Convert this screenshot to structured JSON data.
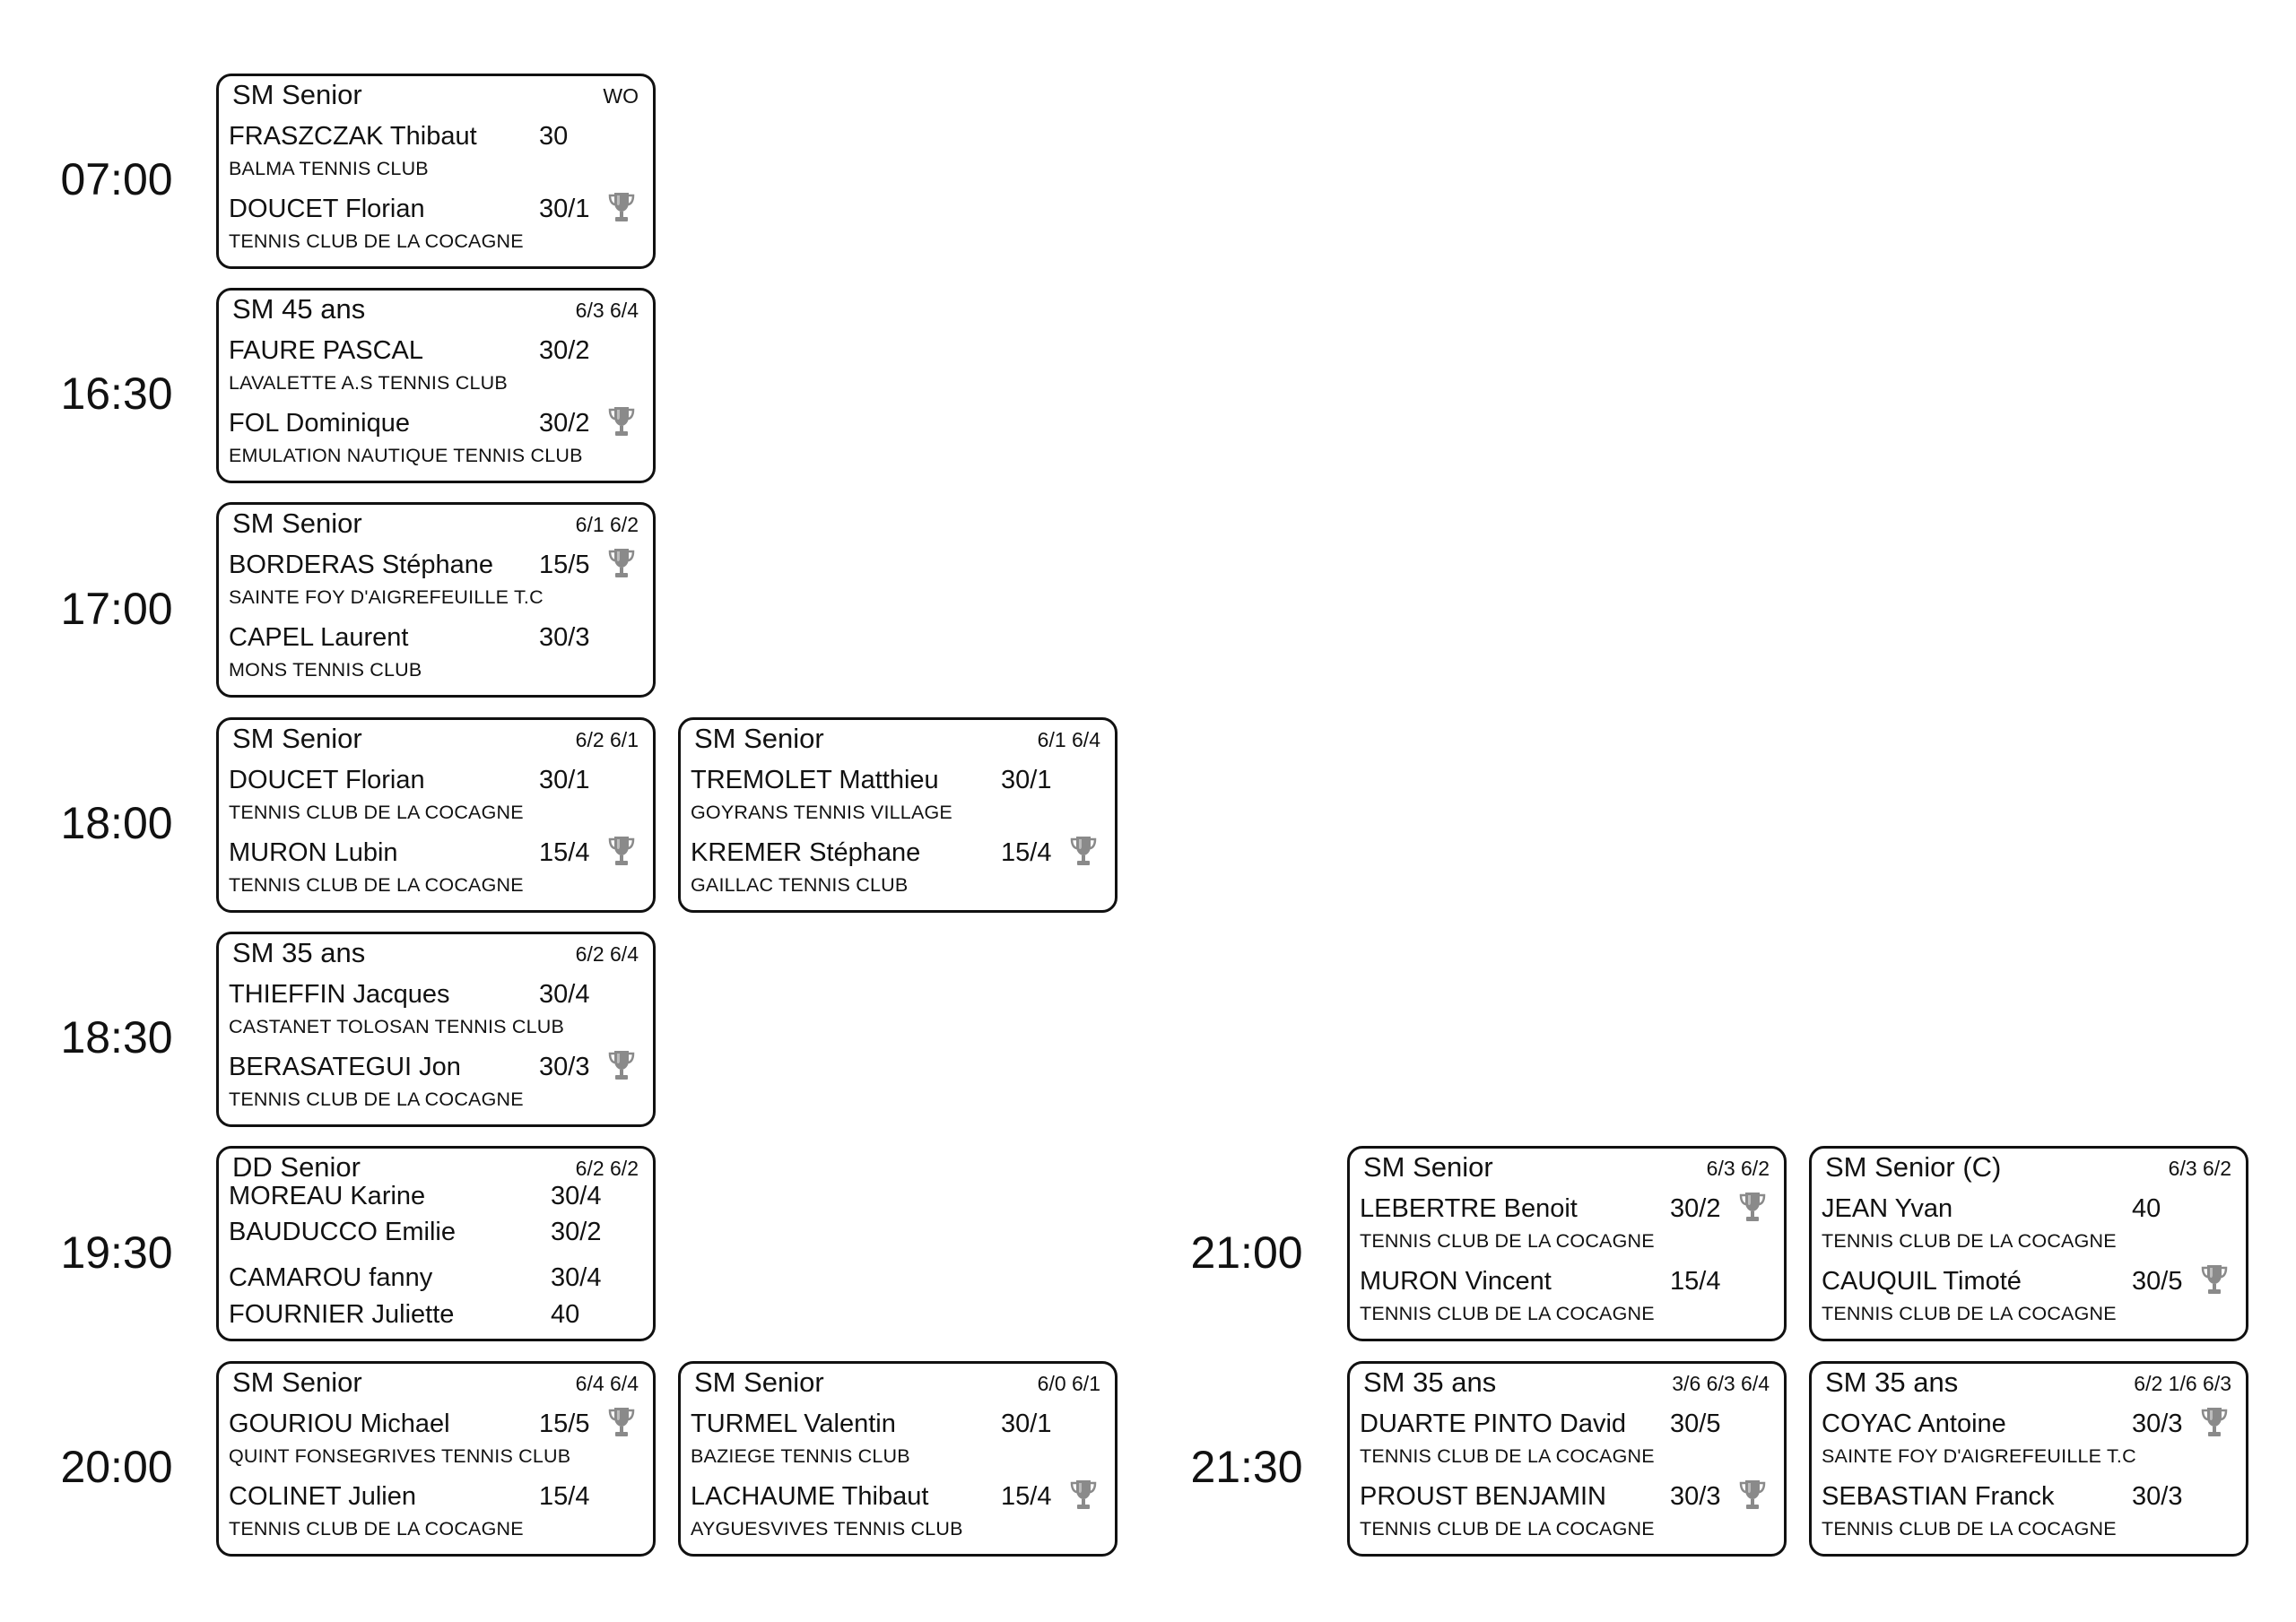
{
  "times": [
    "07:00",
    "16:30",
    "17:00",
    "18:00",
    "18:30",
    "19:30",
    "20:00",
    "21:00",
    "21:30"
  ],
  "matches": [
    {
      "category": "SM Senior",
      "score": "WO",
      "players": [
        {
          "name": "FRASZCZAK Thibaut",
          "ranking": "30",
          "club": "BALMA TENNIS CLUB",
          "winner": false
        },
        {
          "name": "DOUCET Florian",
          "ranking": "30/1",
          "club": "TENNIS CLUB DE LA COCAGNE",
          "winner": true
        }
      ]
    },
    {
      "category": "SM 45 ans",
      "score": "6/3 6/4",
      "players": [
        {
          "name": "FAURE PASCAL",
          "ranking": "30/2",
          "club": "LAVALETTE A.S TENNIS CLUB",
          "winner": false
        },
        {
          "name": "FOL Dominique",
          "ranking": "30/2",
          "club": "EMULATION NAUTIQUE TENNIS CLUB",
          "winner": true
        }
      ]
    },
    {
      "category": "SM Senior",
      "score": "6/1 6/2",
      "players": [
        {
          "name": "BORDERAS Stéphane",
          "ranking": "15/5",
          "club": "SAINTE FOY D'AIGREFEUILLE T.C",
          "winner": true
        },
        {
          "name": "CAPEL Laurent",
          "ranking": "30/3",
          "club": "MONS TENNIS CLUB",
          "winner": false
        }
      ]
    },
    {
      "category": "SM Senior",
      "score": "6/2 6/1",
      "players": [
        {
          "name": "DOUCET Florian",
          "ranking": "30/1",
          "club": "TENNIS CLUB DE LA COCAGNE",
          "winner": false
        },
        {
          "name": "MURON Lubin",
          "ranking": "15/4",
          "club": "TENNIS CLUB DE LA COCAGNE",
          "winner": true
        }
      ]
    },
    {
      "category": "SM Senior",
      "score": "6/1 6/4",
      "players": [
        {
          "name": "TREMOLET Matthieu",
          "ranking": "30/1",
          "club": "GOYRANS TENNIS VILLAGE",
          "winner": false
        },
        {
          "name": "KREMER Stéphane",
          "ranking": "15/4",
          "club": "GAILLAC TENNIS CLUB",
          "winner": true
        }
      ]
    },
    {
      "category": "SM 35 ans",
      "score": "6/2 6/4",
      "players": [
        {
          "name": "THIEFFIN Jacques",
          "ranking": "30/4",
          "club": "CASTANET TOLOSAN TENNIS CLUB",
          "winner": false
        },
        {
          "name": "BERASATEGUI Jon",
          "ranking": "30/3",
          "club": "TENNIS CLUB DE LA COCAGNE",
          "winner": true
        }
      ]
    },
    {
      "category": "DD Senior",
      "score": "6/2 6/2",
      "doubles": [
        {
          "name": "MOREAU Karine",
          "ranking": "30/4"
        },
        {
          "name": "BAUDUCCO Emilie",
          "ranking": "30/2"
        },
        {
          "name": "CAMAROU fanny",
          "ranking": "30/4"
        },
        {
          "name": "FOURNIER Juliette",
          "ranking": "40"
        }
      ]
    },
    {
      "category": "SM Senior",
      "score": "6/4 6/4",
      "players": [
        {
          "name": "GOURIOU Michael",
          "ranking": "15/5",
          "club": "QUINT FONSEGRIVES TENNIS CLUB",
          "winner": true
        },
        {
          "name": "COLINET Julien",
          "ranking": "15/4",
          "club": "TENNIS CLUB DE LA COCAGNE",
          "winner": false
        }
      ]
    },
    {
      "category": "SM Senior",
      "score": "6/0 6/1",
      "players": [
        {
          "name": "TURMEL Valentin",
          "ranking": "30/1",
          "club": "BAZIEGE TENNIS CLUB",
          "winner": false
        },
        {
          "name": "LACHAUME Thibaut",
          "ranking": "15/4",
          "club": "AYGUESVIVES TENNIS CLUB",
          "winner": true
        }
      ]
    },
    {
      "category": "SM Senior",
      "score": "6/3 6/2",
      "players": [
        {
          "name": "LEBERTRE Benoit",
          "ranking": "30/2",
          "club": "TENNIS CLUB DE LA COCAGNE",
          "winner": true
        },
        {
          "name": "MURON Vincent",
          "ranking": "15/4",
          "club": "TENNIS CLUB DE LA COCAGNE",
          "winner": false
        }
      ]
    },
    {
      "category": "SM Senior (C)",
      "score": "6/3 6/2",
      "players": [
        {
          "name": "JEAN Yvan",
          "ranking": "40",
          "club": "TENNIS CLUB DE LA COCAGNE",
          "winner": false
        },
        {
          "name": "CAUQUIL Timoté",
          "ranking": "30/5",
          "club": "TENNIS CLUB DE LA COCAGNE",
          "winner": true
        }
      ]
    },
    {
      "category": "SM 35 ans",
      "score": "3/6 6/3 6/4",
      "players": [
        {
          "name": "DUARTE PINTO David",
          "ranking": "30/5",
          "club": "TENNIS CLUB DE LA COCAGNE",
          "winner": false
        },
        {
          "name": "PROUST BENJAMIN",
          "ranking": "30/3",
          "club": "TENNIS CLUB DE LA COCAGNE",
          "winner": true
        }
      ]
    },
    {
      "category": "SM 35 ans",
      "score": "6/2 1/6 6/3",
      "players": [
        {
          "name": "COYAC Antoine",
          "ranking": "30/3",
          "club": "SAINTE FOY D'AIGREFEUILLE T.C",
          "winner": true
        },
        {
          "name": "SEBASTIAN Franck",
          "ranking": "30/3",
          "club": "TENNIS CLUB DE LA COCAGNE",
          "winner": false
        }
      ]
    }
  ]
}
